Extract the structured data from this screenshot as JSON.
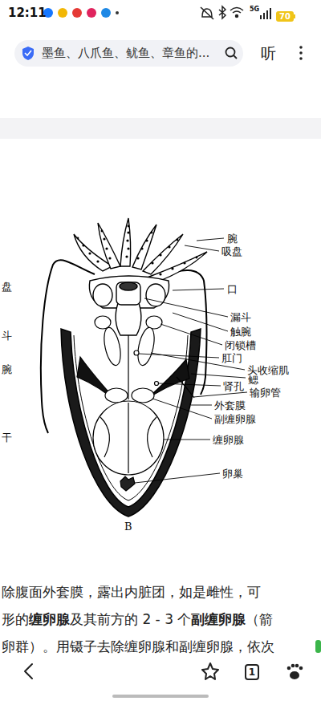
{
  "diagram": {
    "nodes": [
      {
        "text": [
          "70"
        ]
      },
      {
        "text": [
          "墨鱼、八爪鱼、鱿鱼、章鱼的..."
        ]
      },
      {
        "text": [
          "1"
        ]
      }
    ],
    "labels": [
      "12:11",
      "5G",
      "听",
      "腕",
      "吸盘",
      "口",
      "漏斗",
      "触腕",
      "闭锁槽",
      "肛门",
      "头收缩肌",
      "鳃",
      "肾孔",
      "输卵管",
      "外套膜",
      "副缠卵腺",
      "缠卵腺",
      "卵巢",
      "B",
      "盘",
      "斗",
      "腕",
      "干",
      "除腹面外套膜，露出内脏团，如是雌性，可",
      "形的",
      "缠卵腺",
      "及其前方的 2 - 3 个",
      "副缠卵腺",
      "（箭",
      "卵群）。用镊子去除缠卵腺和副缠卵腺，依次"
    ]
  }
}
